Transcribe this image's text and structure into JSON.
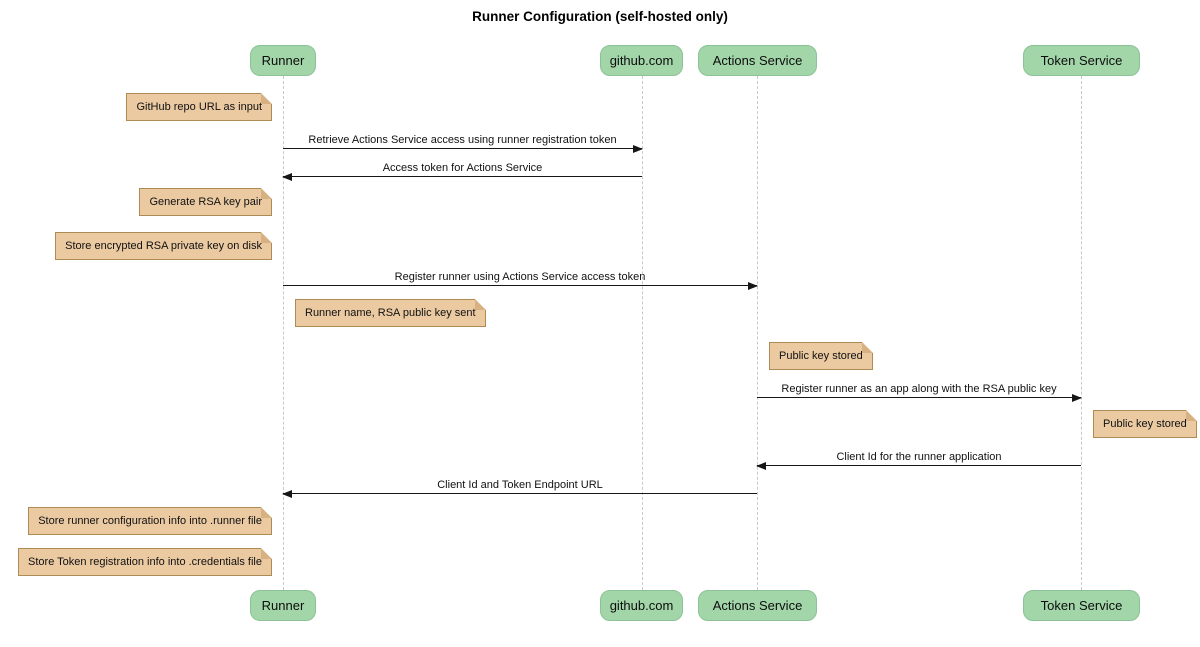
{
  "title": "Runner Configuration (self-hosted only)",
  "diagram_type": "sequence",
  "colors": {
    "participant_fill": "#a2d6a9",
    "participant_border": "#8cc297",
    "note_fill": "#ebcaa2",
    "note_border": "#ae8a55",
    "note_fold": "#d8b182",
    "lifeline": "#c8c8c8",
    "arrow": "#161616"
  },
  "participants": [
    {
      "label": "Runner"
    },
    {
      "label": "github.com"
    },
    {
      "label": "Actions Service"
    },
    {
      "label": "Token Service"
    }
  ],
  "messages": [
    {
      "from": "Runner",
      "to": "github.com",
      "label": "Retrieve Actions Service access using runner registration token"
    },
    {
      "from": "github.com",
      "to": "Runner",
      "label": "Access token for Actions Service"
    },
    {
      "from": "Runner",
      "to": "Actions Service",
      "label": "Register runner using Actions Service access token"
    },
    {
      "from": "Actions Service",
      "to": "Token Service",
      "label": "Register runner as an app along with the RSA public key"
    },
    {
      "from": "Token Service",
      "to": "Actions Service",
      "label": "Client Id for the runner application"
    },
    {
      "from": "Actions Service",
      "to": "Runner",
      "label": "Client Id and Token Endpoint URL"
    }
  ],
  "notes": [
    {
      "text": "GitHub repo URL as input",
      "position": "left of Runner"
    },
    {
      "text": "Generate RSA key pair",
      "position": "left of Runner"
    },
    {
      "text": "Store encrypted RSA private key on disk",
      "position": "left of Runner"
    },
    {
      "text": "Runner name, RSA public key sent",
      "position": "right of Runner"
    },
    {
      "text": "Public key stored",
      "position": "right of Actions Service"
    },
    {
      "text": "Public key stored",
      "position": "right of Token Service"
    },
    {
      "text": "Store runner configuration info into .runner file",
      "position": "left of Runner"
    },
    {
      "text": "Store Token registration info into .credentials file",
      "position": "left of Runner"
    }
  ]
}
